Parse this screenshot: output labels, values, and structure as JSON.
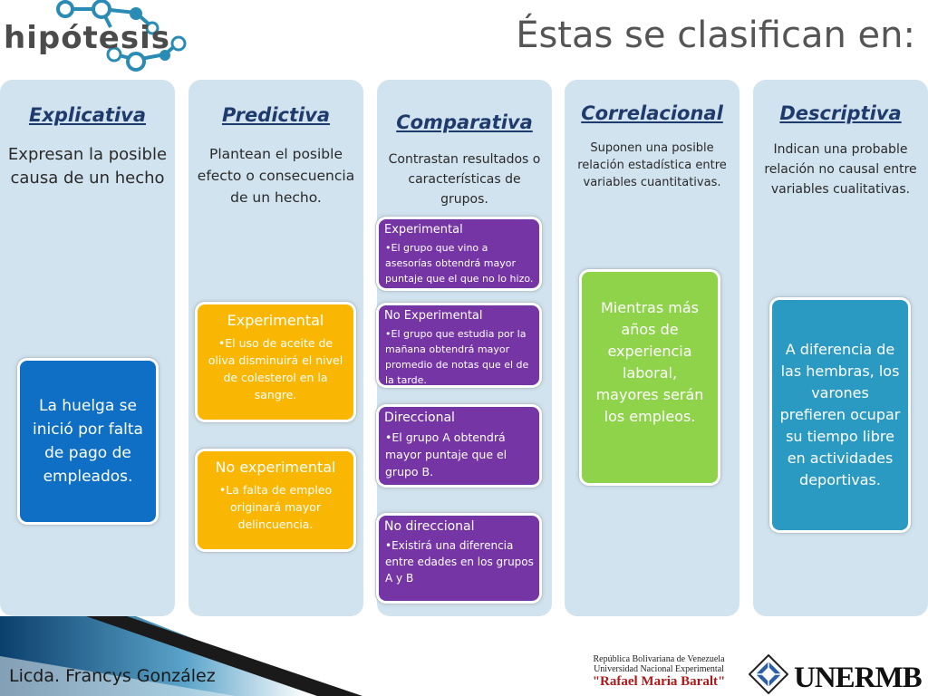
{
  "header": {
    "logo_text": "hipótesis",
    "title": "Éstas se clasifican en:"
  },
  "colors": {
    "column_bg": "#d1e3ee",
    "blue": "#0e6fc4",
    "yellow": "#f9b602",
    "purple": "#7535a4",
    "green": "#8ed34a",
    "teal": "#2a9ac2"
  },
  "columns": [
    {
      "title": "Explicativa",
      "description": "Expresan la posible causa de un hecho",
      "boxes": [
        {
          "text": "La huelga se inició por falta de pago de empleados."
        }
      ]
    },
    {
      "title": "Predictiva",
      "description": "Plantean el posible efecto o consecuencia de un hecho.",
      "boxes": [
        {
          "heading": "Experimental",
          "body": "•El uso de aceite de oliva disminuirá el nivel de colesterol en la sangre."
        },
        {
          "heading": "No experimental",
          "body": "•La falta de empleo originará mayor delincuencia."
        }
      ]
    },
    {
      "title": "Comparativa",
      "description": "Contrastan resultados o características de grupos.",
      "boxes": [
        {
          "heading": "Experimental",
          "body": "•El grupo que vino a asesorías obtendrá mayor puntaje que el que no lo hizo."
        },
        {
          "heading": "No Experimental",
          "body": "•El grupo que estudia por la mañana obtendrá mayor promedio de notas que el de la tarde."
        },
        {
          "heading": "Direccional",
          "body": "•El grupo A obtendrá mayor puntaje que el grupo B."
        },
        {
          "heading": "No direccional",
          "body": "•Existirá una diferencia entre edades en los grupos A y B"
        }
      ]
    },
    {
      "title": "Correlacional",
      "description": "Suponen una posible relación estadística entre variables cuantitativas.",
      "boxes": [
        {
          "text": "Mientras más años de experiencia laboral, mayores serán los empleos."
        }
      ]
    },
    {
      "title": "Descriptiva",
      "description": "Indican una probable relación no causal entre variables cualitativas.",
      "boxes": [
        {
          "text": "A diferencia de las hembras, los varones prefieren ocupar su tiempo libre en actividades deportivas."
        }
      ]
    }
  ],
  "footer": {
    "author": "Licda. Francys González",
    "institution_line1": "República Bolivariana de Venezuela",
    "institution_line2": "Universidad Nacional Experimental",
    "institution_line3": "\"Rafael Maria Baralt\"",
    "institution_logo": "UNERMB"
  }
}
